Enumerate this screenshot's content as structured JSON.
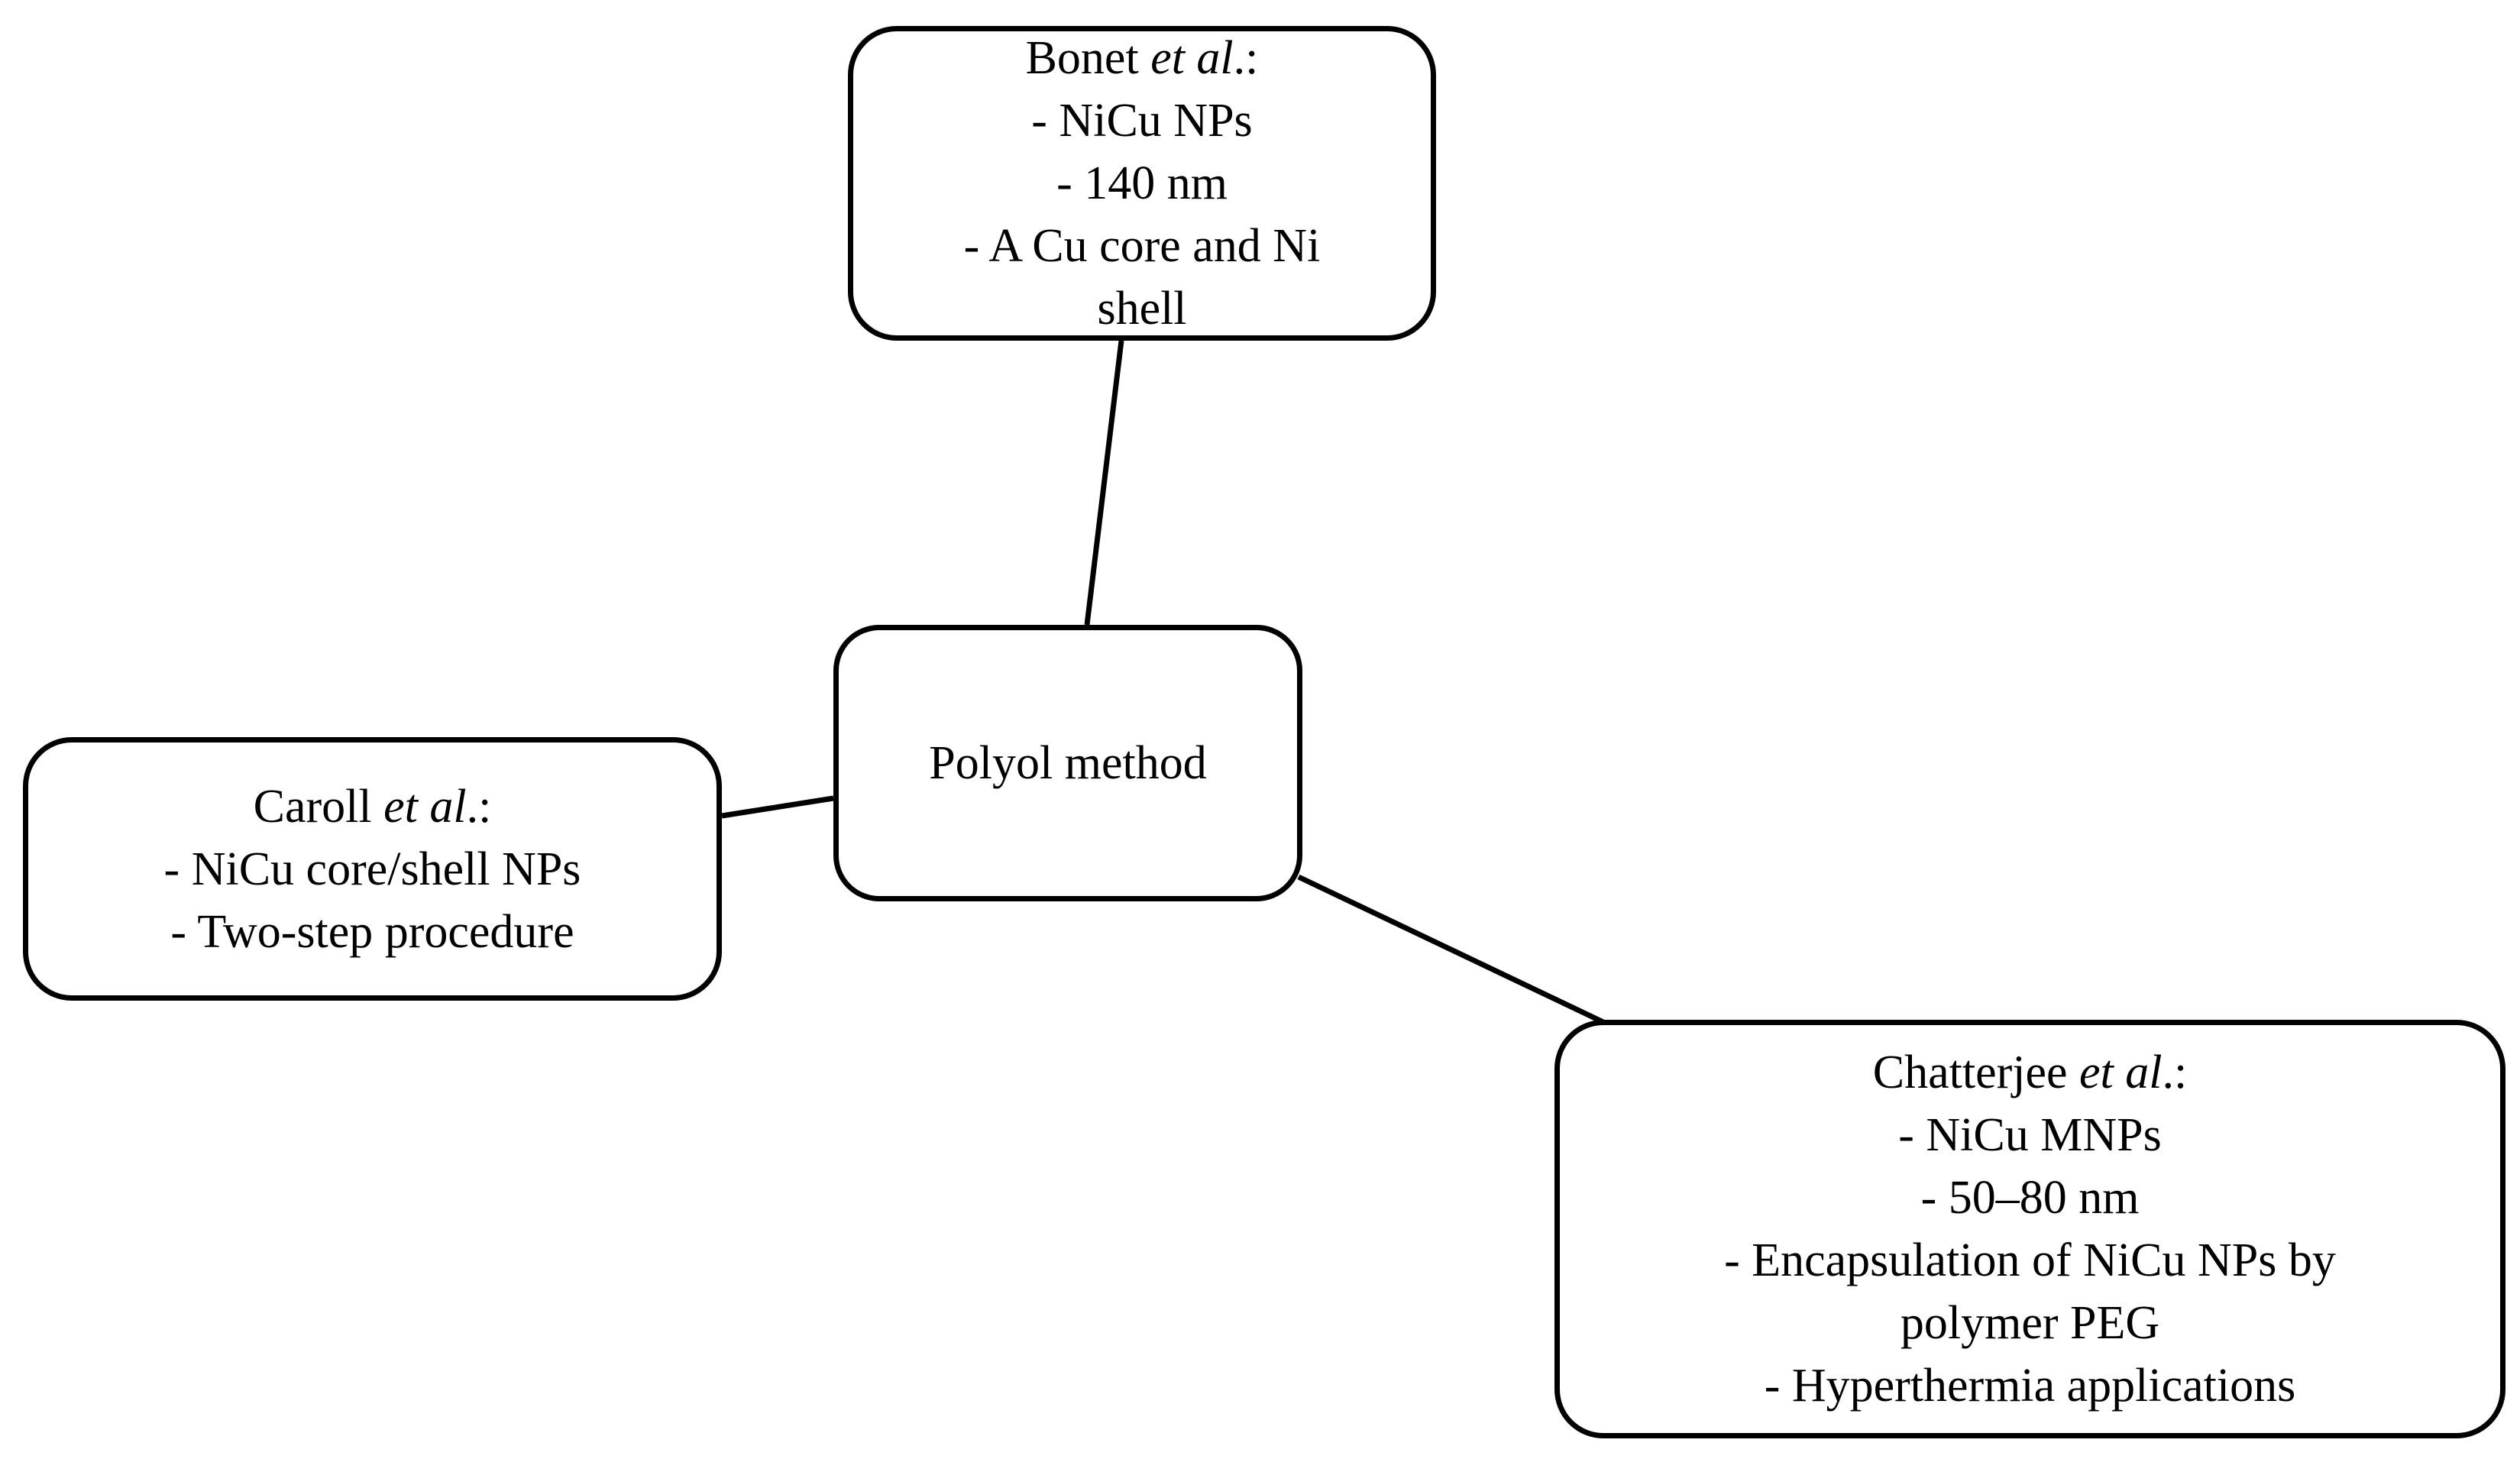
{
  "diagram": {
    "center": {
      "label": "Polyol method"
    },
    "nodes": {
      "bonet": {
        "author": "Bonet ",
        "etal": "et al",
        "suffix": ".:",
        "lines": [
          "- NiCu NPs",
          "- 140 nm",
          "- A Cu core and Ni",
          "shell"
        ]
      },
      "caroll": {
        "author": "Caroll ",
        "etal": "et al",
        "suffix": ".:",
        "lines": [
          "- NiCu core/shell NPs",
          "- Two-step procedure"
        ]
      },
      "chatterjee": {
        "author": "Chatterjee ",
        "etal": "et al",
        "suffix": ".:",
        "lines": [
          "- NiCu MNPs",
          "- 50–80 nm",
          "- Encapsulation of NiCu NPs by",
          "polymer PEG",
          "- Hyperthermia applications"
        ]
      }
    },
    "edges": [
      {
        "from": "center",
        "to": "bonet"
      },
      {
        "from": "center",
        "to": "caroll"
      },
      {
        "from": "center",
        "to": "chatterjee"
      }
    ],
    "colors": {
      "stroke": "#000000",
      "fill": "#ffffff"
    }
  }
}
